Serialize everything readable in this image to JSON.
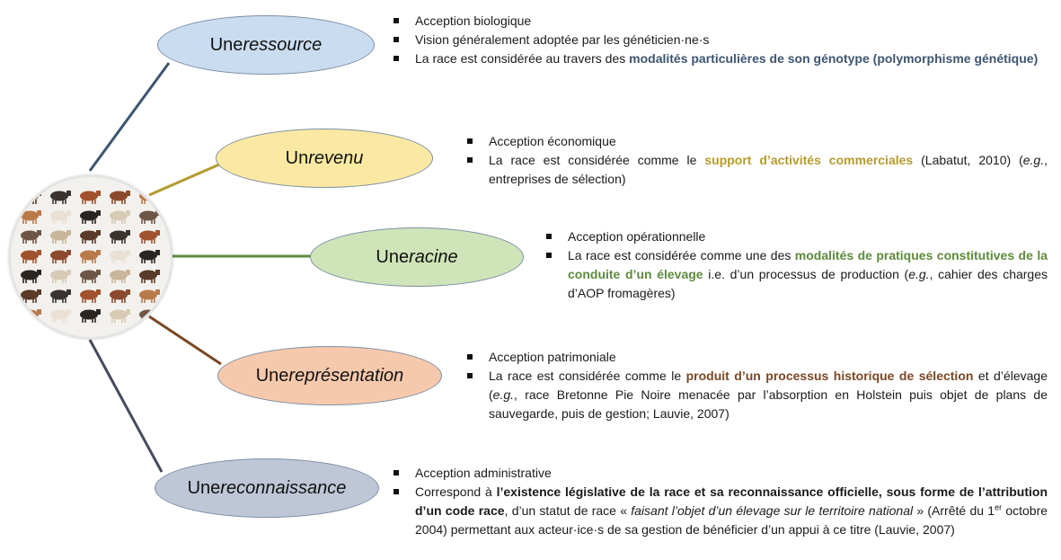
{
  "colors": {
    "ressource": "#3d5570",
    "revenu": "#b59a2e",
    "racine": "#5e8a3c",
    "representation": "#7a4724",
    "reconnaissance": "#454a5c"
  },
  "center_image": "cattle-breeds-collage",
  "nodes": {
    "ressource": {
      "prefix": "Une ",
      "keyword": "ressource"
    },
    "revenu": {
      "prefix": "Un ",
      "keyword": "revenu"
    },
    "racine": {
      "prefix": "Une ",
      "keyword": "racine"
    },
    "representation": {
      "prefix": "Une ",
      "keyword": "représentation"
    },
    "reconnaissance": {
      "prefix": "Une ",
      "keyword": "reconnaissance"
    }
  },
  "texts": {
    "ressource": {
      "b1": "Acception biologique",
      "b2": "Vision généralement adoptée par les généticien·ne·s",
      "b3_pre": "La race est considérée au travers des ",
      "b3_bold": "modalités particulières de son génotype (polymorphisme génétique)"
    },
    "revenu": {
      "b1": "Acception économique",
      "b2_pre": "La race est considérée comme le ",
      "b2_bold": "support d’activités commerciales",
      "b2_post": " (Labatut, 2010) (",
      "b2_eg": "e.g.",
      "b2_end": ", entreprises de sélection)"
    },
    "racine": {
      "b1": "Acception opérationnelle",
      "b2_pre": "La race est considérée comme une des ",
      "b2_bold": "modalités de pratiques constitutives de la conduite d’un élevage",
      "b2_mid": " i.e. d’un processus de production (",
      "b2_eg": "e.g.",
      "b2_end": ", cahier des charges d’AOP fromagères)"
    },
    "representation": {
      "b1": "Acception patrimoniale",
      "b2_pre": "La race est considérée comme le ",
      "b2_bold": "produit d’un processus historique de sélection",
      "b2_mid": " et d’élevage (",
      "b2_eg": "e.g.",
      "b2_end": ", race Bretonne Pie Noire menacée par l’absorption en Holstein puis objet de plans de sauvegarde, puis de gestion; Lauvie, 2007)"
    },
    "reconnaissance": {
      "b1": "Acception administrative",
      "b2_pre": "Correspond à ",
      "b2_bold": "l’existence législative de la race et sa reconnaissance officielle, sous forme de l’attribution d’un code race",
      "b2_mid": ", d’un statut de race « ",
      "b2_italic": "faisant l’objet d’un élevage sur le territoire national",
      "b2_mid2": " » (Arrêté du 1",
      "b2_sup": "er",
      "b2_end": " octobre 2004) permettant aux acteur·ice·s de sa gestion de bénéficier d’un appui à ce titre (Lauvie, 2007)"
    }
  }
}
